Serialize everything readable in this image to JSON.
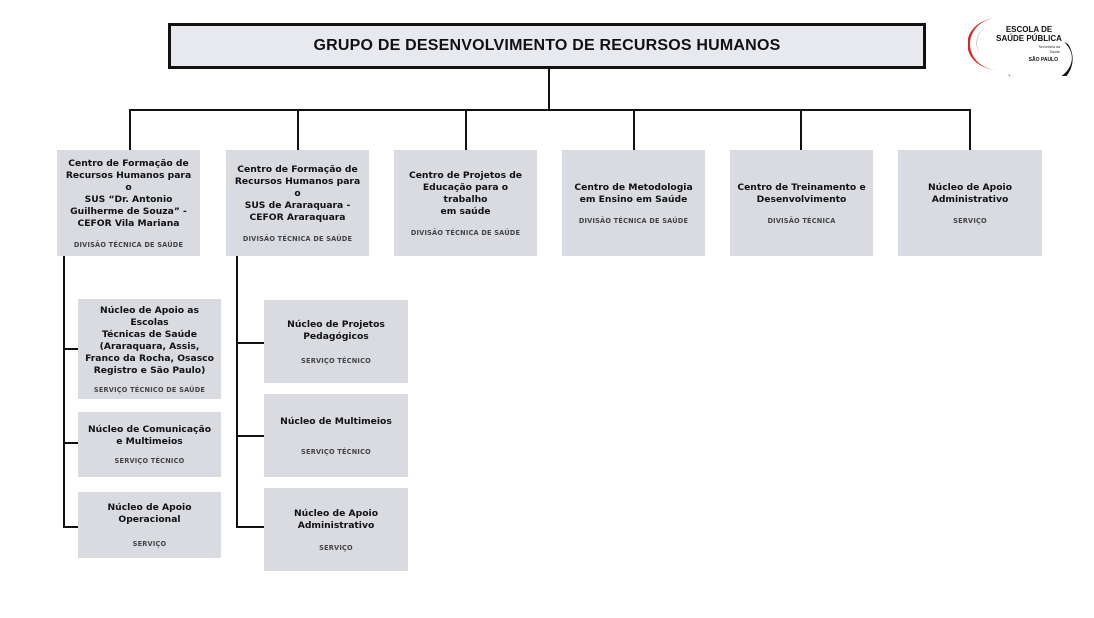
{
  "title": "GRUPO DE DESENVOLVIMENTO DE RECURSOS HUMANOS",
  "logo": {
    "line1": "ESCOLA DE",
    "line2": "SAÚDE PÚBLICA",
    "secretaria": "Secretaria da",
    "saude": "Saúde",
    "state": "SÃO PAULO"
  },
  "divisions": [
    {
      "name": "Centro de Formação de\nRecursos Humanos para o\nSUS “Dr. Antonio\nGuilherme de Souza” -\nCEFOR Vila Mariana",
      "type": "DIVISÃO TÉCNICA DE SAÚDE"
    },
    {
      "name": "Centro de Formação de\nRecursos Humanos para o\nSUS de Araraquara -\nCEFOR Araraquara",
      "type": "DIVISÃO TÉCNICA DE SAÚDE"
    },
    {
      "name": "Centro de Projetos de\nEducação para o trabalho\nem saúde",
      "type": "DIVISÃO TÉCNICA DE SAÚDE"
    },
    {
      "name": "Centro de Metodologia\nem Ensino em Saúde",
      "type": "DIVISÃO TÉCNICA DE SAÚDE"
    },
    {
      "name": "Centro de Treinamento e\nDesenvolvimento",
      "type": "DIVISÃO TÉCNICA"
    },
    {
      "name": "Núcleo de Apoio\nAdministrativo",
      "type": "SERVIÇO"
    }
  ],
  "vila_mariana_units": [
    {
      "name": "Núcleo de Apoio as Escolas\nTécnicas de Saúde\n(Araraquara, Assis,\nFranco da Rocha, Osasco\nRegistro e São Paulo)",
      "type": "SERVIÇO TÉCNICO DE SAÚDE"
    },
    {
      "name": "Núcleo de Comunicação\ne Multimeios",
      "type": "SERVIÇO TÉCNICO"
    },
    {
      "name": "Núcleo de Apoio\nOperacional",
      "type": "SERVIÇO"
    }
  ],
  "araraquara_units": [
    {
      "name": "Núcleo de Projetos\nPedagógicos",
      "type": "SERVIÇO TÉCNICO"
    },
    {
      "name": "Núcleo de Multimeios",
      "type": "SERVIÇO TÉCNICO"
    },
    {
      "name": "Núcleo de Apoio\nAdministrativo",
      "type": "SERVIÇO"
    }
  ]
}
